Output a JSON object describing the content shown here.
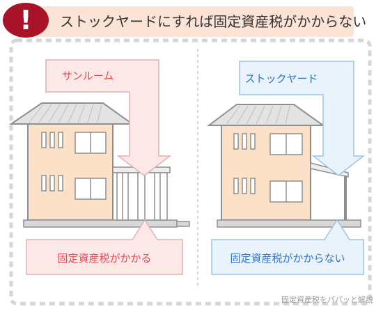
{
  "header": {
    "title": "ストックヤードにすれば固定資産税がかからない",
    "alert_mark": "!"
  },
  "left": {
    "top_label": "サンルーム",
    "bottom_label": "固定資産税がかかる"
  },
  "right": {
    "top_label": "ストックヤード",
    "bottom_label": "固定資産税がかからない"
  },
  "footer": {
    "credit": "固定資産税をパパッと解説"
  },
  "colors": {
    "alert": "#a8132a",
    "title_bg": "#fbe3d6",
    "red_text": "#e5484d",
    "blue_text": "#2e73c5",
    "red_box": "#fde8e8",
    "blue_box": "#e8f3fc",
    "wall": "#fbe1c8",
    "roof": "#e6e6e6"
  }
}
